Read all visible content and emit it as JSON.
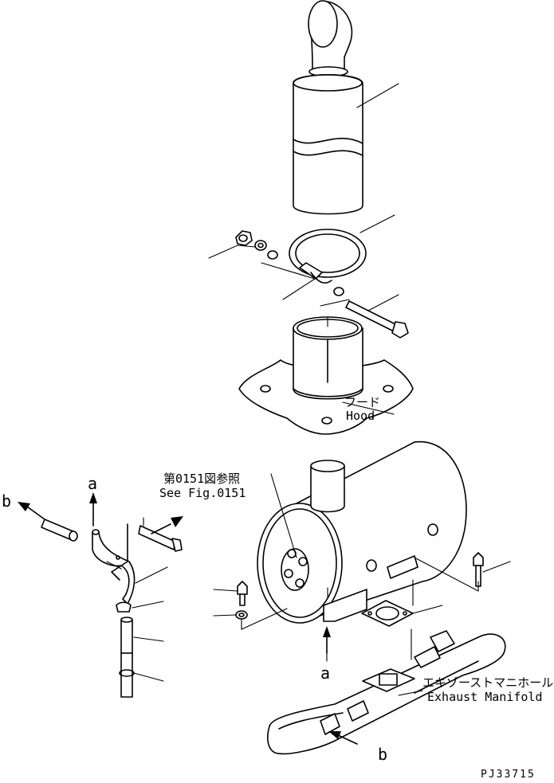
{
  "labels": {
    "hood_jp": "フード",
    "hood_en": "Hood",
    "see_fig_jp": "第0151図参照",
    "see_fig_en": "See Fig.0151",
    "manifold_jp": "エキゾーストマニホールド",
    "manifold_en": "Exhaust Manifold",
    "ref_a_top": "a",
    "ref_a_bottom": "a",
    "ref_b_left": "b",
    "ref_b_bottom": "b"
  },
  "drawing_code": "PJ33715"
}
